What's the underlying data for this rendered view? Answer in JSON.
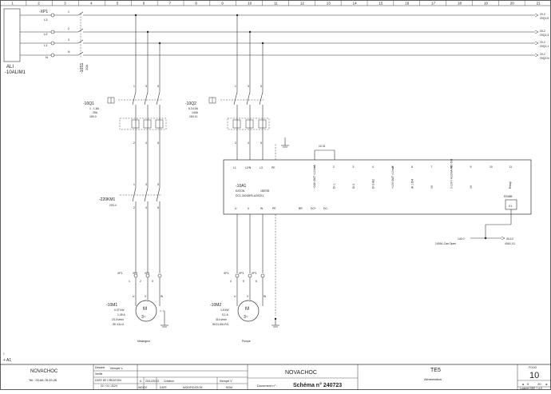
{
  "columns": [
    "1",
    "2",
    "3",
    "4",
    "5",
    "6",
    "7",
    "8",
    "9",
    "10",
    "11",
    "12",
    "13",
    "14",
    "15",
    "16",
    "17",
    "18",
    "19",
    "20",
    "21"
  ],
  "supply": {
    "terminal": "-XP1",
    "lines": [
      "L3",
      "L2",
      "L1",
      "N"
    ],
    "phase_tags": [
      "1",
      "2",
      "3",
      "N"
    ],
    "alim_label": "ALI",
    "alim_name": "-10ALIM1",
    "disconnector": "-10S1",
    "disconnector_rating": "20A",
    "continuations": [
      {
        "ref": "20-2",
        "label": "20Q1:5"
      },
      {
        "ref": "20-2",
        "label": "20Q1:3"
      },
      {
        "ref": "20-2",
        "label": "20Q1:1"
      },
      {
        "ref": "20-2",
        "label": "20Q2:N"
      }
    ]
  },
  "breaker1": {
    "name": "-10Q1",
    "range": "1 - 1,6A",
    "rating": "25A",
    "ref": "160-0",
    "terms_top": [
      "1",
      "3",
      "5"
    ],
    "terms_bottom": [
      "2",
      "4",
      "6"
    ]
  },
  "breaker2": {
    "name": "-10Q2",
    "range": "6,3-10A",
    "rating": "140A",
    "ref": "160-11",
    "terms_top": [
      "1",
      "3",
      "5"
    ],
    "terms_bottom": [
      "2",
      "4",
      "6"
    ]
  },
  "contactor": {
    "name": "-220KM1",
    "ref": "220-4",
    "terms_top": [
      "1",
      "3",
      "5"
    ],
    "terms_bottom": [
      "2",
      "4",
      "6"
    ]
  },
  "vfd": {
    "name": "-10A1",
    "brand": "EATON",
    "code": "185755",
    "model": "DC1-34018FB-A20CE1",
    "inputs": [
      "L1",
      "L2/N",
      "L3",
      "PE"
    ],
    "outputs": [
      "U",
      "V",
      "W",
      "PE"
    ],
    "brake": [
      "BR",
      "DC+",
      "DC-"
    ],
    "bridge": "10.31",
    "io_top": [
      "1",
      "2",
      "3",
      "4",
      "5",
      "6",
      "7",
      "8",
      "9",
      "10",
      "11"
    ],
    "io_desc": [
      "+24V OUT <100mA",
      "DI 1",
      "DI 2",
      "DI 3 AI2",
      "+10V OUT <10mA",
      "AI 1 DI4",
      "0V",
      "0-10V / 4-20mA AO / DO",
      "0V",
      "",
      "Relay"
    ],
    "rs485": "RS485",
    "rs485_term": "X1",
    "rs485_ref": "140.0",
    "rs485_ref_label": "140A1,Can Open",
    "rs485_cont": "40-10",
    "rs485_cont_label": "40A1,X1"
  },
  "motor1": {
    "xp_labels": [
      "XP1",
      "XP1",
      "XP1"
    ],
    "xp_terms": [
      "1",
      "2",
      "3"
    ],
    "uvw": [
      "U",
      "V",
      "W"
    ],
    "name": "-10M1",
    "p": "0,37 kW",
    "i": "1,05 A",
    "speed": "23,0 t/min",
    "model": "SK 41L/4",
    "symbol": "M",
    "phase": "3~",
    "caption": "Melangeur"
  },
  "motor2": {
    "xp_labels": [
      "XP1",
      "XP1",
      "XP1"
    ],
    "xp_terms": [
      "4",
      "5",
      "6"
    ],
    "uvw": [
      "U",
      "V",
      "W"
    ],
    "name": "-10M2",
    "p": "1,5 kW",
    "i": "5,1 A",
    "speed": "314 t/min",
    "model": "SK21-60LP/4",
    "symbol": "M",
    "phase": "3~",
    "caption": "Pompe"
  },
  "sheet_ref": "+ A1",
  "titleblock": {
    "company": "NOVACHOC",
    "phone": "Tel : 03.68.78.09.28",
    "drawn_label": "Dessine",
    "drawn_by": "Klempel V.",
    "verified_label": "Verifie",
    "date_label": "DATE DE CREATION",
    "date": "22 / 01 / 2024",
    "rev_index": "A",
    "rev_date": "20/12/2023",
    "rev_desc": "Creation",
    "rev_by": "Klempel V.",
    "h_index": "INDICE",
    "h_date": "DATE",
    "h_modif": "MODIFICATION",
    "h_nom": "NOM",
    "client": "NOVACHOC",
    "doc_label": "Document n° :",
    "doc_no": "Schéma n° 240723",
    "page_code": "TE5",
    "page_title": "Alimentation",
    "folio_label": "FOLIO",
    "folio": "10",
    "prev": "9",
    "next": "20",
    "footer": "Logiciel SEE + 4.0"
  },
  "colors": {
    "line": "#2a2a2a",
    "dash": "#444444",
    "thin": "#666666"
  }
}
